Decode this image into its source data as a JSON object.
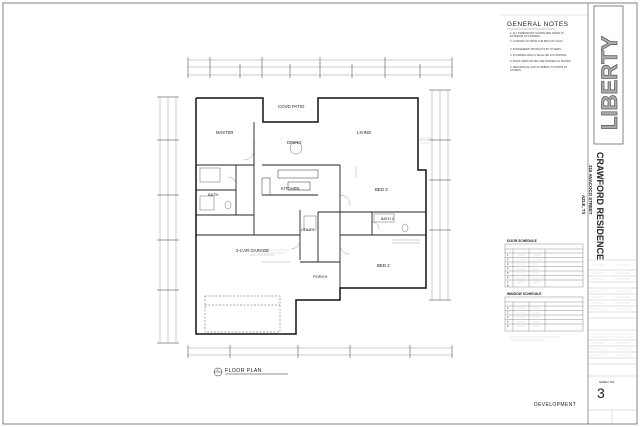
{
  "general_notes": {
    "title": "GENERAL NOTES",
    "items": [
      "1.  ALL DIMENSIONS SHOWN ARE TAKEN AT EXTERIOR OF FRAMING",
      "2.  LOOKING UP FROM THE BATH AT LIGHT...",
      "3.  ENGINEERED PRODUCTS BY OTHERS.",
      "4.  PLUMBING WALLS SHALL BE 2x6 FRAMING.",
      "5.  ROOF SIZES NOTED ARE FRAMED AS SHOWN.",
      "6.  MECHANICAL AND PLUMBING SYSTEMS BY OTHERS."
    ]
  },
  "project": {
    "name": "CRAWFORD RESIDENCE",
    "address": "316 ANACOCO STREET",
    "city": "AZLE, TX"
  },
  "logo": {
    "text": "LIBERTY"
  },
  "door_schedule": {
    "title": "DOOR SCHEDULE",
    "rows": [
      "1",
      "2",
      "3",
      "4",
      "5",
      "6",
      "7",
      "8"
    ]
  },
  "window_schedule": {
    "title": "WINDOW SCHEDULE",
    "rows": [
      "1",
      "2",
      "3",
      "4",
      "5"
    ]
  },
  "rooms": {
    "covered_patio": "COVD PATIO",
    "master": "MASTER",
    "dining": "DINING",
    "living": "LIVING",
    "kitchen": "KITCHEN",
    "bath": "BATH",
    "utility": "UTILITY",
    "garage": "2-CAR GARAGE",
    "bed3": "BED 3",
    "bath2": "BATH 2",
    "bed2": "BED 2",
    "porch": "PORCH"
  },
  "floor_plan": {
    "title": "FLOOR PLAN"
  },
  "sheet": {
    "label": "SHEET NO.",
    "number": "3",
    "status": "DEVELOPMENT"
  }
}
